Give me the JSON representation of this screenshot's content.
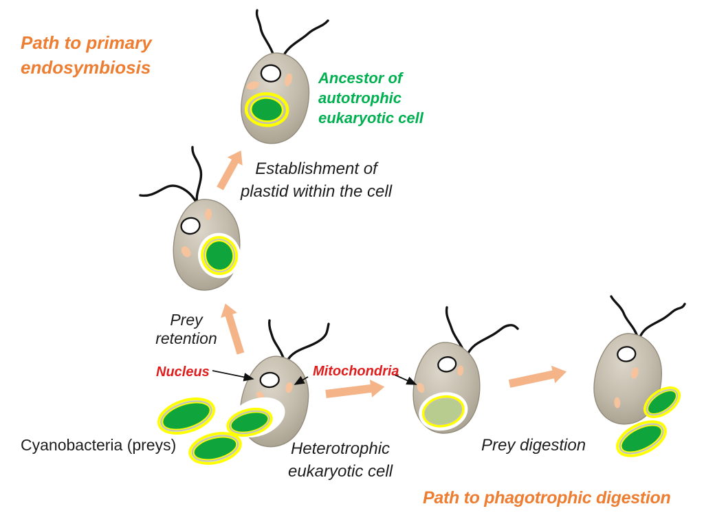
{
  "title": "Endosymbiosis vs phagotrophic digestion diagram",
  "colors": {
    "orange-text": "#ED7D31",
    "green-text": "#00B050",
    "red-text": "#E01D1D",
    "black-text": "#1C1C1C",
    "arrow-orange": "#F5B488",
    "cell-light": "#D9D3C7",
    "cell-mid": "#B4AC9B",
    "cell-dark": "#A29A89",
    "cell-stroke": "#938B7B",
    "prey-green": "#10A43D",
    "ring-yellow": "#FFFF00",
    "ring-gray": "#C0C0C0",
    "digested-green": "#B9CC8F",
    "mitochondria-peach": "#F6C39C",
    "flagellum-black": "#111111"
  },
  "labels": {
    "path_primary": [
      "Path to primary",
      "endosymbiosis"
    ],
    "ancestor": [
      "Ancestor of",
      "autotrophic",
      "eukaryotic cell"
    ],
    "establishment": [
      "Establishment of",
      "plastid within the cell"
    ],
    "prey_retention": [
      "Prey",
      "retention"
    ],
    "nucleus": "Nucleus",
    "mitochondria": "Mitochondria",
    "cyanobacteria": "Cyanobacteria (preys)",
    "heterotrophic": [
      "Heterotrophic",
      "eukaryotic cell"
    ],
    "prey_digestion": "Prey digestion",
    "path_phago": "Path to phagotrophic digestion"
  },
  "icons": {
    "cell": "teardrop-eukaryotic-cell",
    "flagellum": "wavy-flagellum-line",
    "nucleus": "white-oval-black-outline",
    "mitochondrion": "peach-oval",
    "cyanobacterium": "green-oval-yellow-ring",
    "plastid": "green-oval-double-yellow-ring",
    "food_vacuole": "white-halo-around-prey",
    "digested_prey": "pale-green-oval-yellow-white-ring",
    "process_arrow": "orange-block-arrow",
    "pointer_arrow": "thin-black-arrow"
  }
}
